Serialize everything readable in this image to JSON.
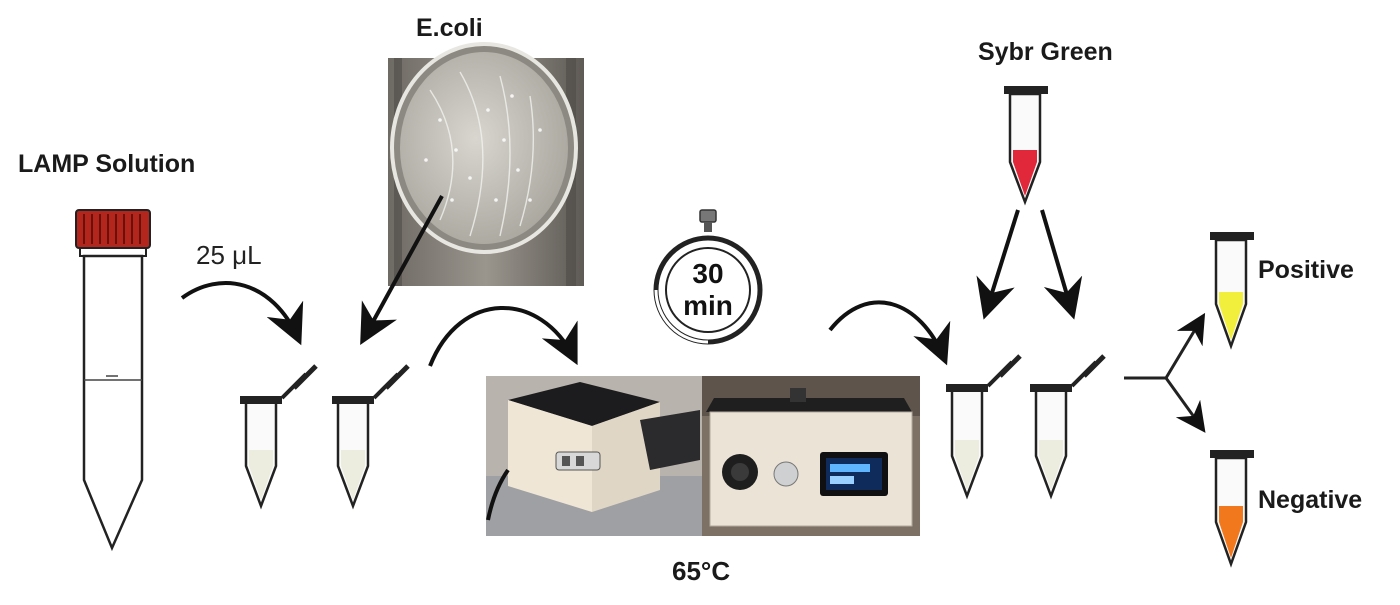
{
  "labels": {
    "lamp_solution": "LAMP Solution",
    "volume": "25 μL",
    "ecoli": "E.coli",
    "timer_number": "30",
    "timer_unit": "min",
    "temperature": "65°C",
    "sybr_green": "Sybr Green",
    "positive": "Positive",
    "negative": "Negative"
  },
  "colors": {
    "cap_red": "#b3261e",
    "sybr_red": "#e0283a",
    "positive_yellow": "#f2ee3c",
    "negative_orange": "#f2781e",
    "outline": "#222222"
  },
  "icons": {
    "falcon_tube": "lamp-falcon-tube-icon",
    "petri_dish": "petri-dish-photo",
    "stopwatch": "stopwatch-icon",
    "heater": "heating-device-photo"
  }
}
